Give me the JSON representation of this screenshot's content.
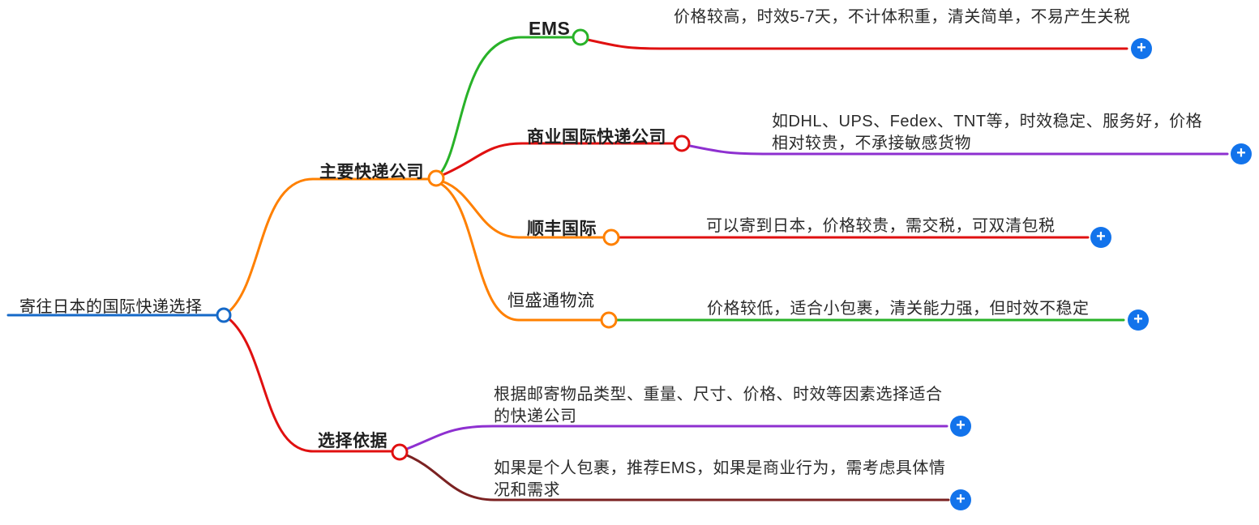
{
  "mindmap": {
    "root": {
      "label": "寄往日本的国际快递选择"
    },
    "branches": [
      {
        "label": "主要快递公司",
        "children": [
          {
            "label": "EMS",
            "detail": "价格较高，时效5-7天，不计体积重，清关简单，不易产生关税"
          },
          {
            "label": "商业国际快递公司",
            "detail": "如DHL、UPS、Fedex、TNT等，时效稳定、服务好，价格相对较贵，不承接敏感货物"
          },
          {
            "label": "顺丰国际",
            "detail": "可以寄到日本，价格较贵，需交税，可双清包税"
          },
          {
            "label": "恒盛通物流",
            "detail": "价格较低，适合小包裹，清关能力强，但时效不稳定"
          }
        ]
      },
      {
        "label": "选择依据",
        "children": [
          {
            "detail": "根据邮寄物品类型、重量、尺寸、价格、时效等因素选择适合的快递公司"
          },
          {
            "detail": "如果是个人包裹，推荐EMS，如果是商业行为，需考虑具体情况和需求"
          }
        ]
      }
    ]
  },
  "icons": {
    "plus": "+"
  },
  "colors": {
    "root_blue": "#1569c8",
    "orange": "#ff8000",
    "green": "#28b228",
    "red": "#e01010",
    "purple": "#8e30d0",
    "maroon": "#7b2222",
    "plus_blue": "#1273eb",
    "text": "#1f1f1f"
  }
}
